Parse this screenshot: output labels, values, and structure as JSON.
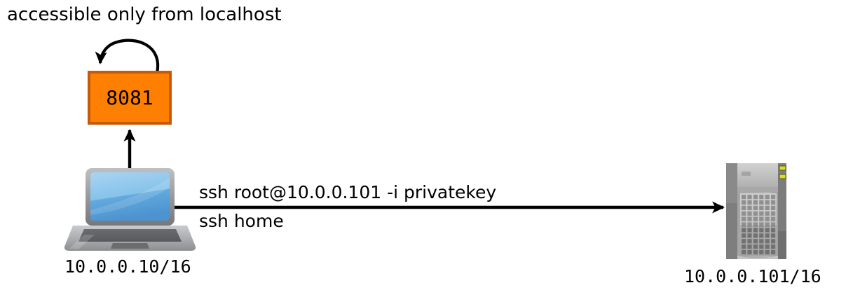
{
  "diagram": {
    "title": "accessible only from localhost",
    "nodes": {
      "port_box": {
        "label": "8081",
        "fill_color": "#FF7F00",
        "border_color": "#C65A08",
        "shape": "rectangle"
      },
      "laptop": {
        "icon": "laptop-icon",
        "ip_label": "10.0.0.10/16",
        "screen_color": "#6FB5E8",
        "body_color": "#A6A8AB"
      },
      "server": {
        "icon": "server-tower-icon",
        "ip_label": "10.0.0.101/16",
        "body_color": "#989898",
        "led_color": "#D8DE22"
      }
    },
    "edges": {
      "self_loop": {
        "name": "self-loop-arrow",
        "label": "",
        "color": "#000000"
      },
      "laptop_to_port": {
        "name": "laptop-to-port-arrow",
        "label": "",
        "color": "#000000"
      },
      "laptop_to_server": {
        "name": "ssh-connection-arrow",
        "label_line1": "ssh root@10.0.0.101 -i privatekey",
        "label_line2": "ssh home",
        "color": "#000000"
      }
    }
  }
}
